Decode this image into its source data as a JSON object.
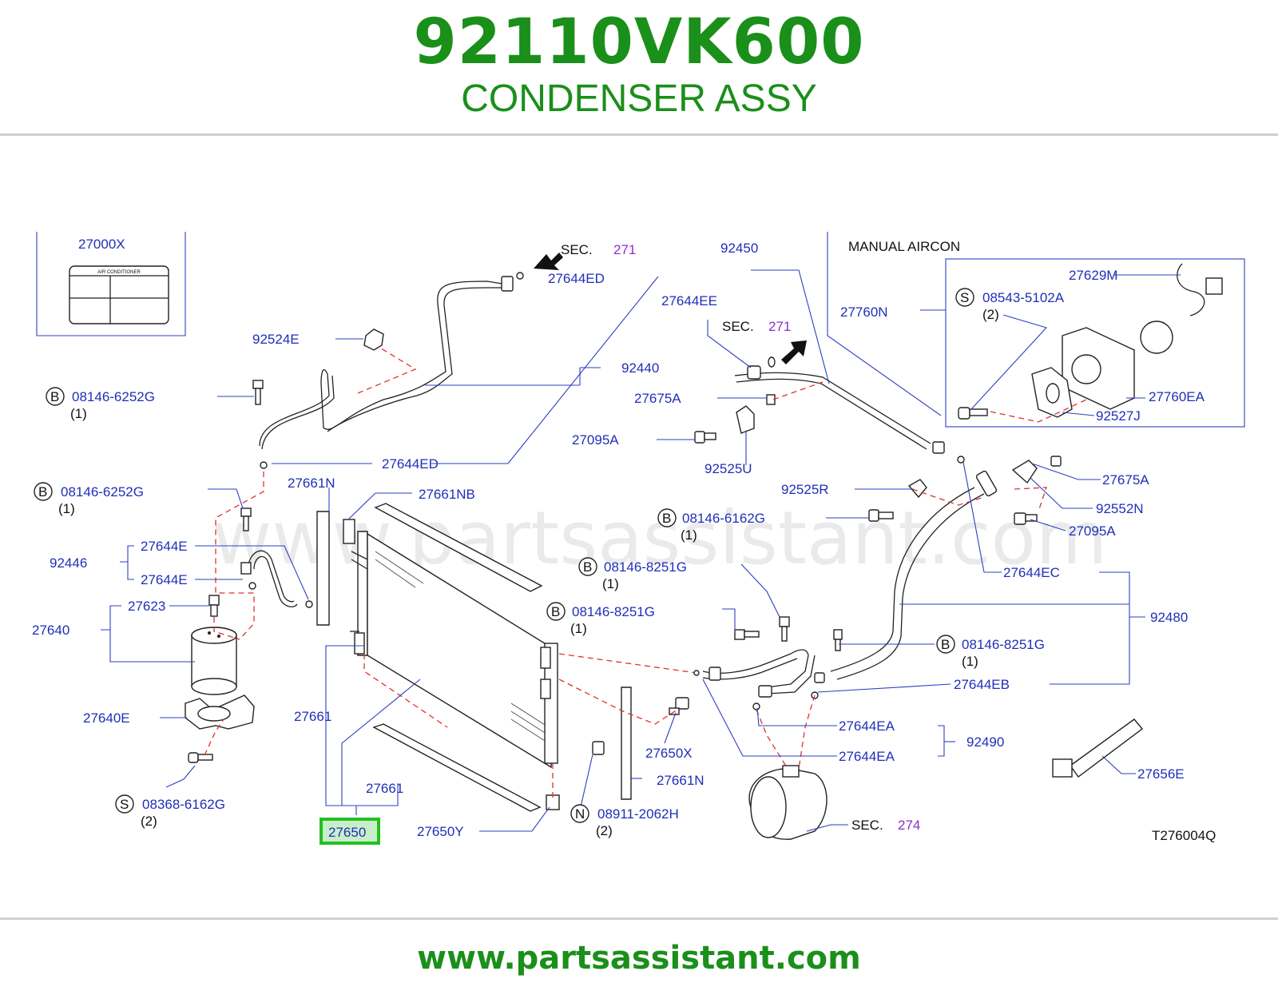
{
  "header": {
    "part_number": "92110VK600",
    "part_name": "CONDENSER ASSY"
  },
  "footer": {
    "url": "www.partsassistant.com"
  },
  "watermark": "www.partsassistant.com",
  "colors": {
    "title_green": "#1a8f1a",
    "label_blue": "#1f2fb8",
    "section_purple": "#8b2fc9",
    "highlight_green": "#22c022",
    "dashed_red": "#e03030"
  },
  "diagram": {
    "code": "T276004Q",
    "highlighted_part": "27650",
    "manual_aircon": "MANUAL   AIRCON",
    "label_card_title": "AIR    CONDITIONER",
    "section_prefix": "SEC.",
    "sections": [
      "271",
      "271",
      "274"
    ],
    "prefixes": {
      "B": "B",
      "S": "S",
      "N": "N"
    },
    "labels": {
      "p27000X": "27000X",
      "p92524E": "92524E",
      "p27644ED_top": "27644ED",
      "p27644ED_mid": "27644ED",
      "p92440": "92440",
      "b08146_6252G_1": "08146-6252G",
      "b08146_6252G_2": "08146-6252G",
      "q1": "(1)",
      "q2": "(2)",
      "p27661N_top": "27661N",
      "p27661NB": "27661NB",
      "p92446": "92446",
      "p27644E_1": "27644E",
      "p27644E_2": "27644E",
      "p27623": "27623",
      "p27640": "27640",
      "p27640E": "27640E",
      "s08368_6162G": "08368-6162G",
      "p27661_a": "27661",
      "p27661_b": "27661",
      "p27650": "27650",
      "p27650Y": "27650Y",
      "n08911_2062H": "08911-2062H",
      "p27661N_bot": "27661N",
      "p27650X": "27650X",
      "b08146_8251G_1": "08146-8251G",
      "b08146_8251G_2": "08146-8251G",
      "b08146_8251G_3": "08146-8251G",
      "b08146_6162G": "08146-6162G",
      "p92450": "92450",
      "p27644EE": "27644EE",
      "p27675A_1": "27675A",
      "p27095A_1": "27095A",
      "p92525U": "92525U",
      "p92525R": "92525R",
      "p27760N": "27760N",
      "p27629M": "27629M",
      "s08543_5102A": "08543-5102A",
      "p27760EA": "27760EA",
      "p92527J": "92527J",
      "p27675A_2": "27675A",
      "p92552N": "92552N",
      "p27095A_2": "27095A",
      "p27644EC": "27644EC",
      "p92480": "92480",
      "p27644EB": "27644EB",
      "p27644EA_1": "27644EA",
      "p27644EA_2": "27644EA",
      "p92490": "92490",
      "p27656E": "27656E"
    }
  }
}
